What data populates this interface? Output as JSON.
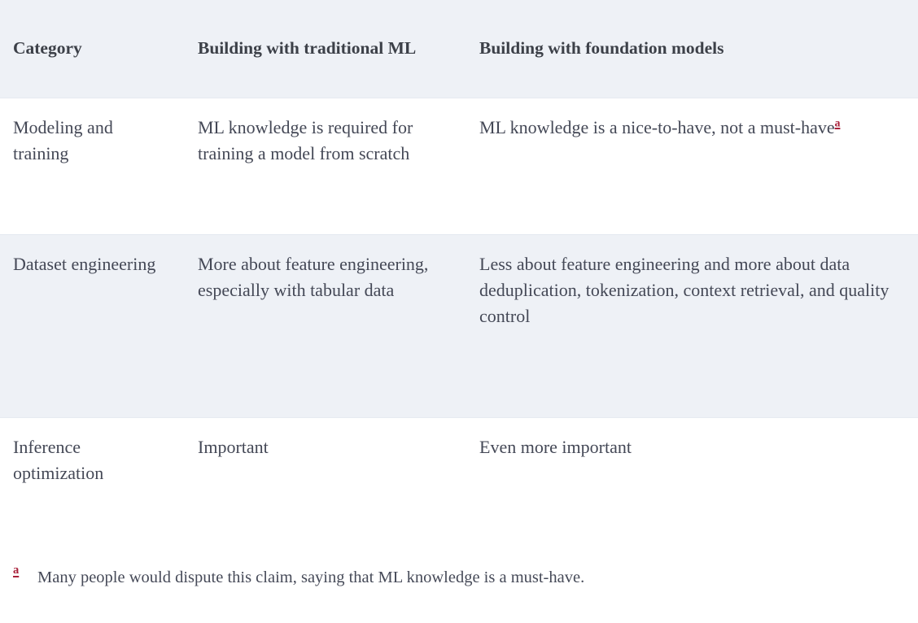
{
  "table": {
    "columns": [
      {
        "key": "category",
        "header": "Category"
      },
      {
        "key": "traditional",
        "header": "Building with traditional ML"
      },
      {
        "key": "foundation",
        "header": "Building with foundation models"
      }
    ],
    "rows": [
      {
        "category": "Modeling and training",
        "traditional": "ML knowledge is required for training a model from scratch",
        "foundation": "ML knowledge is a nice-to-have, not a must-have",
        "foundation_footnote_ref": "a"
      },
      {
        "category": "Dataset engineering",
        "traditional": "More about feature engineering, especially with tabular data",
        "foundation": "Less about feature engineering and more about data deduplication, tokenization, context retrieval, and quality control",
        "foundation_footnote_ref": ""
      },
      {
        "category": "Inference optimization",
        "traditional": "Important",
        "foundation": "Even more important",
        "foundation_footnote_ref": ""
      }
    ]
  },
  "footnotes": [
    {
      "marker": "a",
      "text": "Many people would dispute this claim, saying that ML knowledge is a must-have."
    }
  ],
  "colors": {
    "header_background": "#eef1f6",
    "stripe_background": "#eef1f6",
    "row_background": "#ffffff",
    "text": "#444856",
    "header_text": "#3c4048",
    "footnote_marker": "#a8213a",
    "row_border": "#e6eaf1"
  }
}
